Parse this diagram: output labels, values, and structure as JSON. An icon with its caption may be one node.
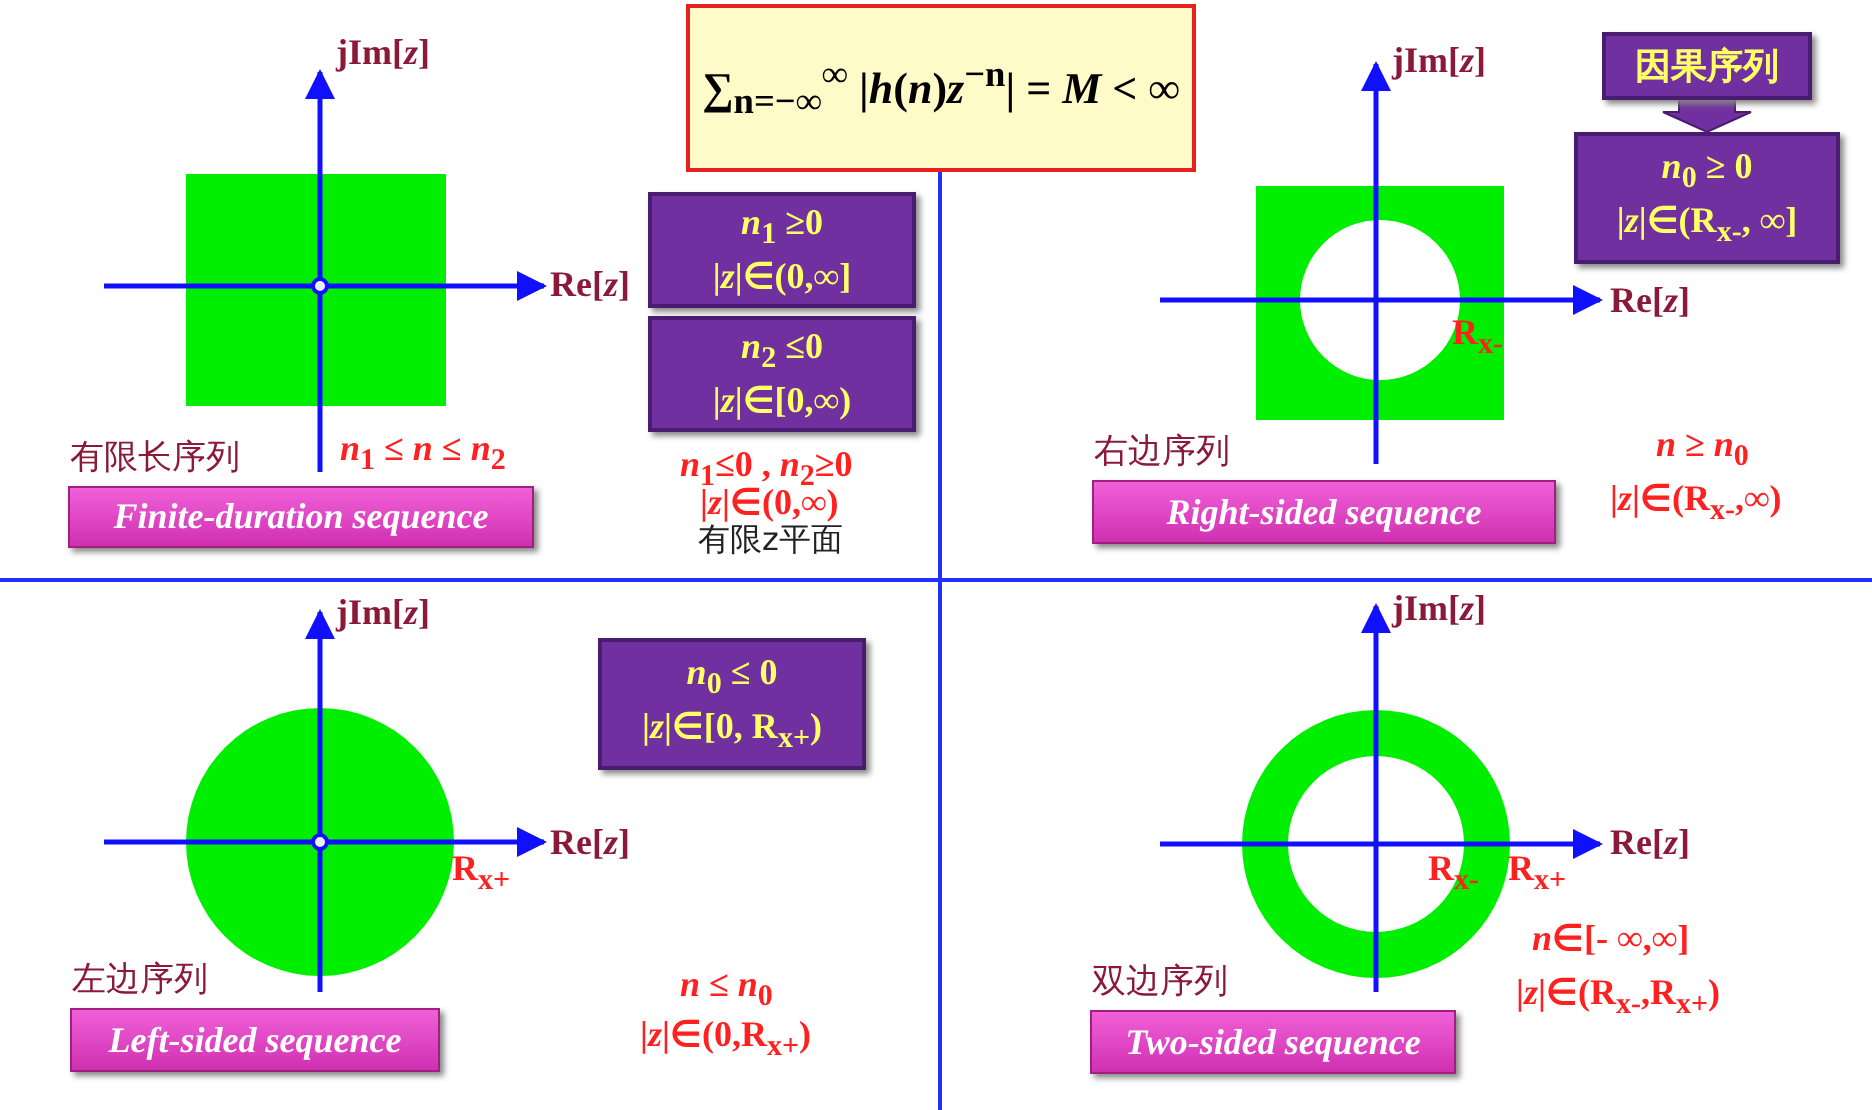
{
  "diagram": {
    "nodes": [
      {
        "text": [
          "∑$_{n=−∞}$$^{∞}$ |*h*(*n*)*z*$^{−n}$| = *M* < ∞"
        ]
      },
      {
        "text": [
          "*n*$_{1}$ ≥0",
          "|*z*|∈(0,∞]"
        ]
      },
      {
        "text": [
          "*n*$_{2}$ ≤0",
          "|*z*|∈[0,∞)"
        ]
      },
      {
        "text": [
          "Finite-duration sequence"
        ],
        "beside": [
          "有限长序列"
        ]
      },
      {
        "text": [
          "因果序列"
        ]
      },
      {
        "text": [
          "*n*$_{0}$ ≥ 0",
          "|*z*|∈(R$_{x-}$, ∞]"
        ]
      },
      {
        "text": [
          "Right-sided sequence"
        ],
        "beside": [
          "右边序列"
        ]
      },
      {
        "text": [
          "*n*$_{0}$ ≤ 0",
          "|*z*|∈[0, R$_{x+}$)"
        ]
      },
      {
        "text": [
          "Left-sided sequence"
        ],
        "beside": [
          "左边序列"
        ]
      },
      {
        "text": [
          "Two-sided sequence"
        ],
        "beside": [
          "双边序列"
        ]
      }
    ],
    "edges": [
      {
        "from": 4,
        "to": 5,
        "arrow": "to",
        "style": "thick"
      }
    ],
    "labels": [
      "jIm[*z*]",
      "Re[*z*]",
      "*n*$_{1}$ ≤ *n* ≤ *n*$_{2}$",
      "*n*$_{1}$≤0 , *n*$_{2}$≥0",
      "|*z*|∈(0,∞)",
      "有限z平面",
      "jIm[*z*]",
      "Re[*z*]",
      "R$_{x-}$",
      "*n* ≥ *n*$_{0}$",
      "|*z*|∈(R$_{x-}$,∞)",
      "jIm[*z*]",
      "Re[*z*]",
      "R$_{x+}$",
      "*n* ≤ *n*$_{0}$",
      "|*z*|∈(0,R$_{x+}$)",
      "jIm[*z*]",
      "Re[*z*]",
      "R$_{x-}$",
      "R$_{x+}$",
      "*n*∈[- ∞,∞]",
      "|*z*|∈(R$_{x-}$,R$_{x+}$)"
    ]
  }
}
